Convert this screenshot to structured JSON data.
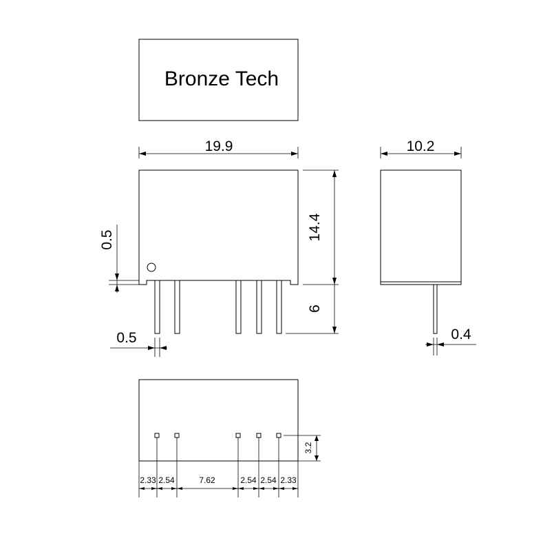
{
  "label_box": {
    "text": "Bronze Tech"
  },
  "front_view": {
    "width": "19.9",
    "height": "14.4",
    "pin_length": "6",
    "standoff": "0.5",
    "pin_width": "0.5"
  },
  "side_view": {
    "width": "10.2",
    "pin_thickness": "0.4"
  },
  "bottom_view": {
    "pin_row_offset": "3.2",
    "pitches": [
      "2.33",
      "2.54",
      "7.62",
      "2.54",
      "2.54",
      "2.33"
    ]
  }
}
